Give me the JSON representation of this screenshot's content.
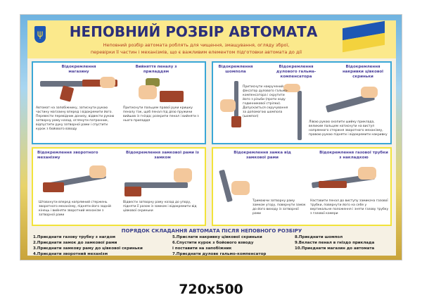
{
  "title": "НЕПОВНИЙ РОЗБІР АВТОМАТА",
  "subtitle_lines": [
    "Неповний розбір автомата роблять для чищення, змащування, огляду зброї,",
    "перевірки її частин і механізмів, що є важливим елементом підготовки автомата до дії"
  ],
  "colors": {
    "title": "#2b2f7a",
    "subtitle": "#b0391f",
    "panel_blue": "#3aa7d6",
    "panel_yellow": "#f2e33a",
    "flag_blue": "#1e57b4",
    "flag_yellow": "#f3d23d"
  },
  "icons": [
    "ukraine-coat-of-arms-icon",
    "ukraine-flag-icon"
  ],
  "panels": [
    {
      "steps": [
        {
          "label": "Відокремлення магазину",
          "caption": "Автомат на запобіжнику, затиснути рукою частину магазину вперед і відокремити його. Перевести перевідник донизу, відвести рукою затворну раму назад, оглянути патронник, відпустити руку затворної рами і спустити курок з бойового взводу"
        },
        {
          "label": "Вийняття пеналу з приладдям",
          "caption": "Притиснути пальцем правої руки кришку пеналу так, щоб пенал під дією пружини вийшов із гнізда; розкрити пенал і вийняти з нього приладдя"
        }
      ]
    },
    {
      "steps": [
        {
          "label": "Відокремлення шомпола",
          "caption": "Притиснути накручений фіксатор дулового гальма-компенсатора і скрутити його з різьби (проти ходу годинникової стрілки). Допускається скручування за допомогою шомпола (шомпол)"
        },
        {
          "label": "Відокремлення дулового гальма-компенсатора",
          "caption": ""
        },
        {
          "label": "Відокремлення накривки цівкової скриньки",
          "caption": "Лівою рукою охопити шийку приклада, великим пальцем натиснути на виступ напрямного стержня зворотного механізму, правою рукою підняти і відокремити накривку"
        }
      ]
    },
    {
      "steps": [
        {
          "label": "Відокремлення зворотного механізму",
          "caption": "Штовхнути вперед напрямний стержень зворотного механізму, підняти його задній кінець і вийняти зворотний механізм з затворної рами"
        },
        {
          "label": "Відокремлення замкової рами із замком",
          "caption": "Відвести затворну раму назад до упору, підняти її разом із замком і відокремити від цівкової скриньки"
        }
      ]
    },
    {
      "steps": [
        {
          "label": "Відокремлення замка від замкової рами",
          "caption": "Тримаючи затворну раму замком угору, повернути замок до його виходу із затворної рами"
        },
        {
          "label": "Відокремлення газової трубки з накладкою",
          "caption": "Наставити пенал до виступу замикача газової трубки, повернути його на себе у вертикальне положення і зняти газову трубку з газової камери"
        }
      ]
    }
  ],
  "assembly": {
    "title": "ПОРЯДОК СКЛАДАННЯ АВТОМАТА ПІСЛЯ НЕПОВНОГО РОЗБІРУ",
    "items": [
      "1.Приєднати газову трубку з нагдом",
      "2.Приєднати замок до замкової рами",
      "3.Приєднати замкову раму до цівкової скриньки",
      "4.Приєднати зворотний механізм",
      "5.Прислати накривку цівкової скриньки",
      "6.Спустити курок з бойового взводу",
      "і поставити на запобіжник",
      "7.Приєднати дулове гальмо-компенсатор",
      "8.Приєднати шомпол",
      "9.Вкласти пенал в гніздо приклада",
      "10.Приєднати магазин до автомата"
    ]
  },
  "size_label": "720x500"
}
